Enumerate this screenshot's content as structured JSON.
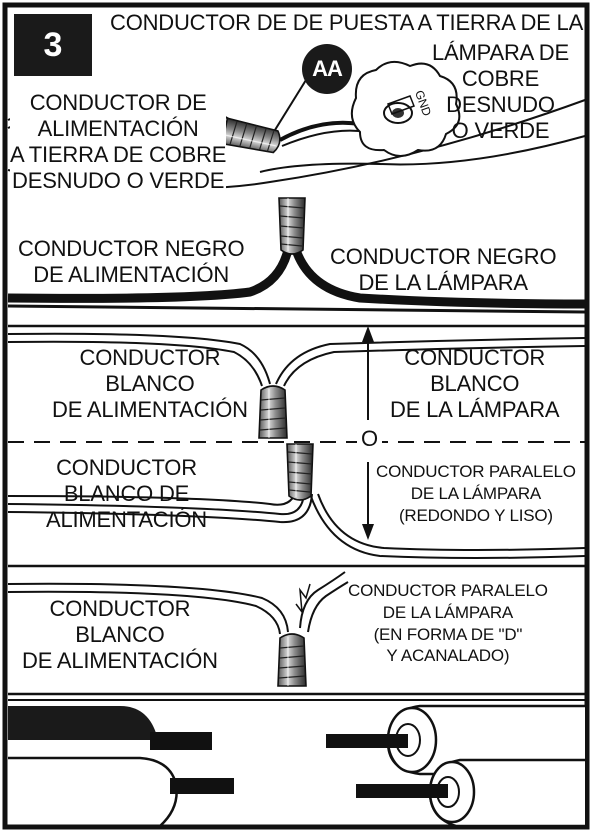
{
  "step_number": "3",
  "marker": "AA",
  "panel1": {
    "ground_top_lines": [
      "CONDUCTOR DE DE PUESTA A TIERRA DE LA"
    ],
    "ground_fixture_lines": [
      "LÁMPARA DE",
      "COBRE",
      "DESNUDO",
      "O VERDE"
    ],
    "ground_supply_lines": [
      "CONDUCTOR DE",
      "ALIMENTACIÓN",
      "A TIERRA DE COBRE",
      "DESNUDO O VERDE"
    ],
    "screw_label": "GND"
  },
  "panel2": {
    "black_supply_lines": [
      "CONDUCTOR NEGRO",
      "DE ALIMENTACIÓN"
    ],
    "black_fixture_lines": [
      "CONDUCTOR NEGRO",
      "DE LA LÁMPARA"
    ]
  },
  "panel3": {
    "white_supply_lines": [
      "CONDUCTOR",
      "BLANCO",
      "DE ALIMENTACIÓN"
    ],
    "white_fixture_lines": [
      "CONDUCTOR",
      "BLANCO",
      "DE LA LÁMPARA"
    ],
    "or_word": "O",
    "white_supply_lines_alt": [
      "CONDUCTOR",
      "BLANCO DE",
      "ALIMENTACIÓN"
    ],
    "parallel_round_lines": [
      "CONDUCTOR PARALELO",
      "DE LA LÁMPARA",
      "(REDONDO Y LISO)"
    ]
  },
  "panel4": {
    "white_supply_lines": [
      "CONDUCTOR",
      "BLANCO",
      "DE ALIMENTACIÓN"
    ],
    "parallel_d_lines": [
      "CONDUCTOR PARALELO",
      "DE LA LÁMPARA",
      "(EN FORMA DE \"D\"",
      "Y ACANALADO)"
    ]
  }
}
